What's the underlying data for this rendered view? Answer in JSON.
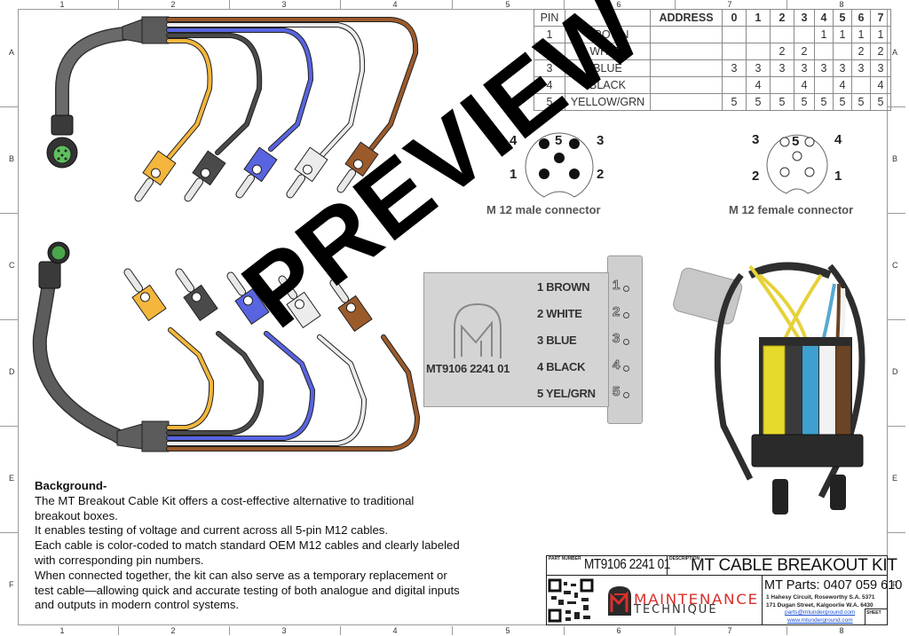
{
  "sheet_grid": {
    "columns": [
      "1",
      "2",
      "3",
      "4",
      "5",
      "6",
      "7",
      "8"
    ],
    "rows": [
      "A",
      "B",
      "C",
      "D",
      "E",
      "F"
    ]
  },
  "pin_table": {
    "header": {
      "pin": "PIN",
      "color": "",
      "address": "ADDRESS",
      "addresses": [
        "0",
        "1",
        "2",
        "3",
        "4",
        "5",
        "6",
        "7"
      ]
    },
    "rows": [
      {
        "pin": "1",
        "color": "BROWN",
        "values": [
          "",
          "",
          "",
          "",
          "1",
          "1",
          "1",
          "1"
        ]
      },
      {
        "pin": "2",
        "color": "WHITE",
        "values": [
          "",
          "",
          "2",
          "2",
          "",
          "",
          "2",
          "2"
        ]
      },
      {
        "pin": "3",
        "color": "BLUE",
        "values": [
          "3",
          "3",
          "3",
          "3",
          "3",
          "3",
          "3",
          "3"
        ]
      },
      {
        "pin": "4",
        "color": "BLACK",
        "values": [
          "",
          "4",
          "",
          "4",
          "",
          "4",
          "",
          "4"
        ]
      },
      {
        "pin": "5",
        "color": "YELLOW/GRN",
        "values": [
          "5",
          "5",
          "5",
          "5",
          "5",
          "5",
          "5",
          "5"
        ]
      }
    ]
  },
  "connectors": {
    "male": {
      "label": "M 12 male connector",
      "pins": {
        "p1": "1",
        "p2": "2",
        "p3": "3",
        "p4": "4",
        "p5": "5"
      }
    },
    "female": {
      "label": "M 12 female connector",
      "pins": {
        "p1": "1",
        "p2": "2",
        "p3": "3",
        "p4": "4",
        "p5": "5"
      }
    }
  },
  "label_tag": {
    "part_number": "MT9106 2241 01",
    "rows": [
      {
        "label": "1 BROWN",
        "num": "1"
      },
      {
        "label": "2 WHITE",
        "num": "2"
      },
      {
        "label": "3 BLUE",
        "num": "3"
      },
      {
        "label": "4 BLACK",
        "num": "4"
      },
      {
        "label": "5 YEL/GRN",
        "num": "5"
      }
    ]
  },
  "watermark": "PREVIEW",
  "cable_colors": {
    "yellow": "#f4b63c",
    "black": "#4a4a4a",
    "blue": "#5864e0",
    "white": "#ececec",
    "brown": "#9b5a2a",
    "jacket": "#5e5e5e",
    "insert": "#5fbf5f"
  },
  "background": {
    "title": "Background-",
    "lines": [
      "The MT Breakout Cable Kit offers a cost-effective alternative to traditional breakout boxes.",
      "It enables testing of voltage and current across all 5-pin M12 cables.",
      "Each cable is color-coded to match standard OEM M12 cables and clearly labeled with corresponding pin numbers.",
      "When connected together, the kit can also serve as a temporary replacement or test cable—allowing quick and accurate testing of both analogue and digital inputs and outputs in modern control systems."
    ]
  },
  "title_block": {
    "part_number_label": "PART NUMBER",
    "part_number": "MT9106 2241 01",
    "description_label": "DESCRIPTION",
    "description": "MT CABLE BREAKOUT KIT",
    "logo_line1": "MAINTENANCE",
    "logo_line2": "TECHNIQUE",
    "phone": "MT Parts: 0407 059 610",
    "address1": "1 Hahesy Circuit, Roseworthy S.A. 5371",
    "address2": "171 Dugan Street, Kalgoorlie W.A. 6430",
    "email": "parts@mtunderground.com",
    "website": "www.mtunderground.com",
    "sheet_label": "SHEET",
    "brand_red": "#d9302c"
  }
}
